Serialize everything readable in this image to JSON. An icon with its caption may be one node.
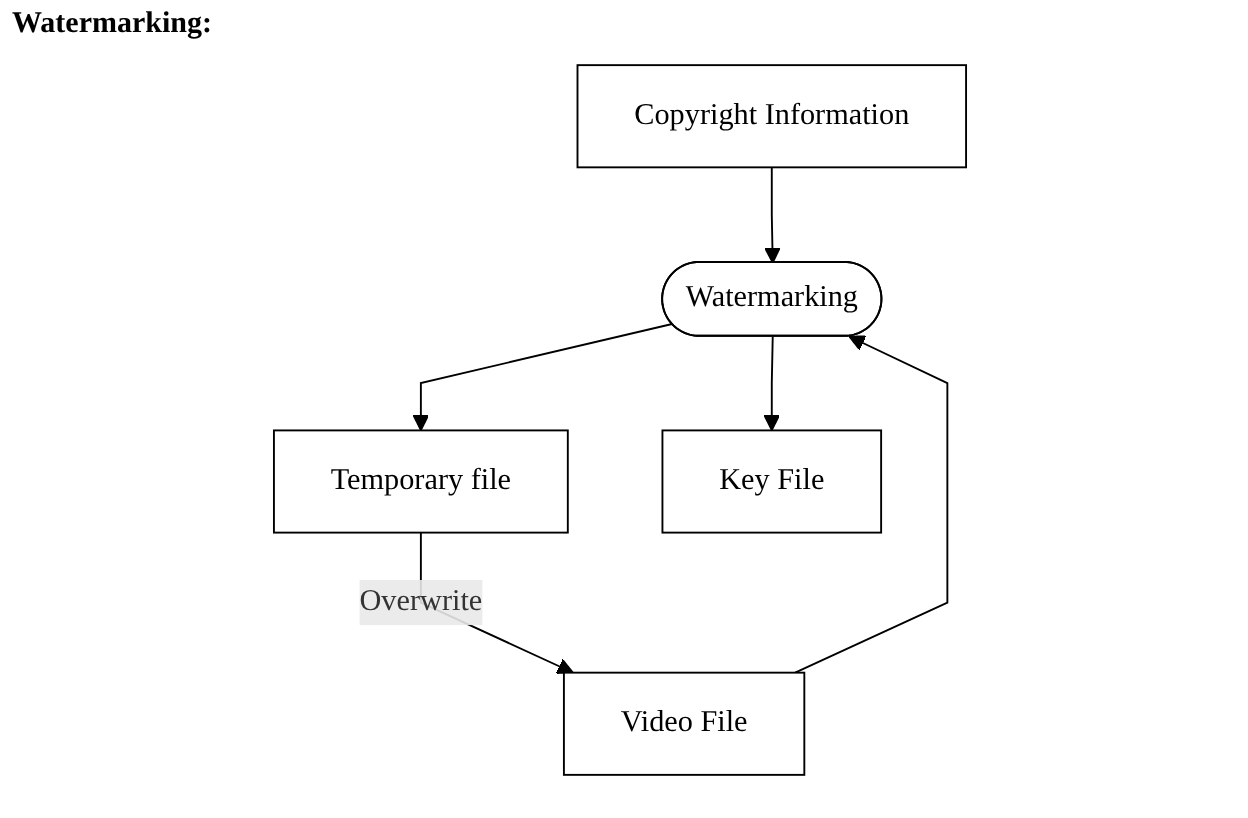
{
  "diagram": {
    "title": "Watermarking:",
    "nodes": [
      {
        "text": [
          "Copyright Information"
        ]
      },
      {
        "text": [
          "Video File"
        ]
      },
      {
        "text": [
          "Watermarking"
        ]
      },
      {
        "text": [
          "Temporary file"
        ]
      },
      {
        "text": [
          "Key File"
        ]
      }
    ],
    "edges": [
      {
        "from": 0,
        "to": 2,
        "arrow": "to"
      },
      {
        "from": 1,
        "to": 2,
        "arrow": "to"
      },
      {
        "from": 2,
        "to": 3,
        "arrow": "to"
      },
      {
        "from": 3,
        "to": 1,
        "arrow": "to",
        "label": "Overwrite"
      },
      {
        "from": 2,
        "to": 4,
        "arrow": "to"
      }
    ]
  }
}
